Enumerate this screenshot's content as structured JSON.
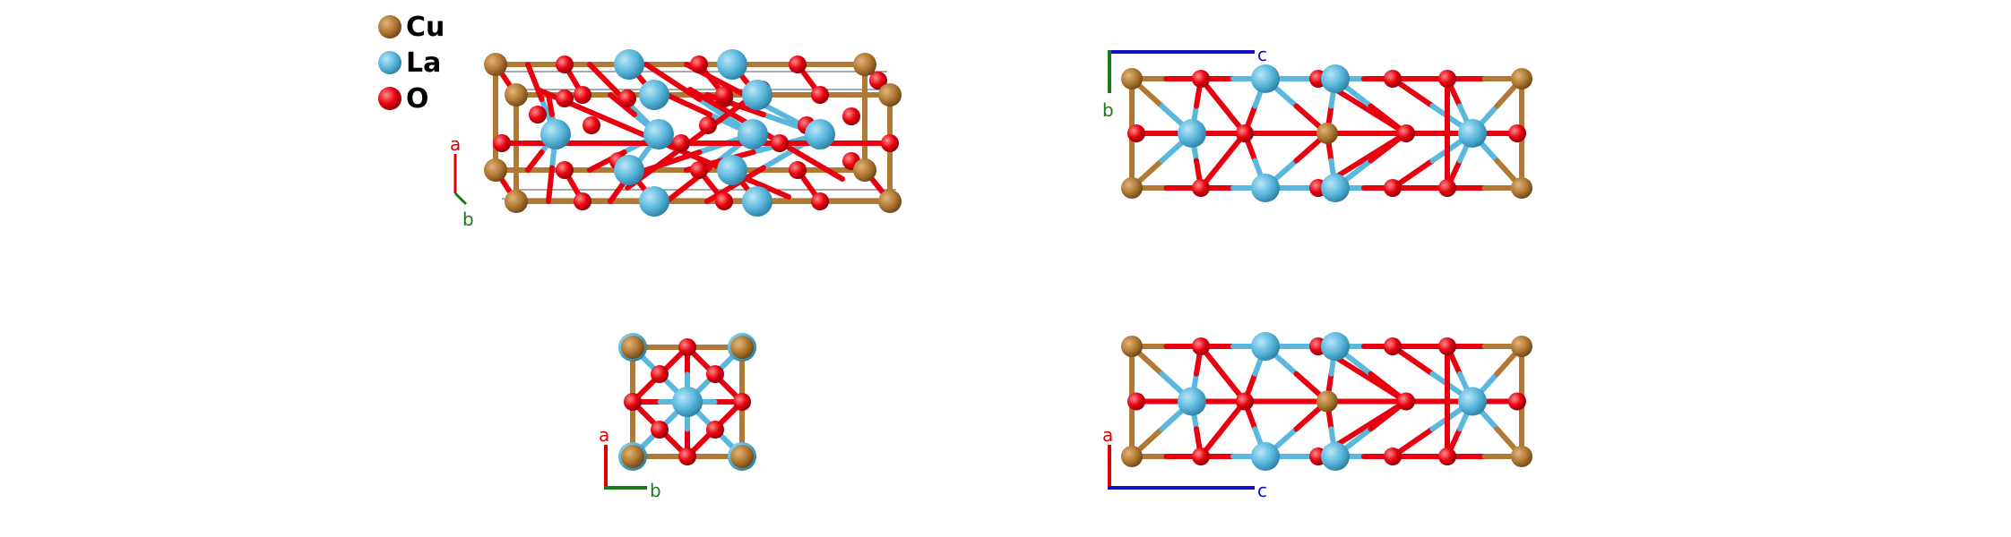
{
  "legend": {
    "items": [
      {
        "label": "Cu",
        "color": "#b07a34"
      },
      {
        "label": "La",
        "color": "#5bb8dd"
      },
      {
        "label": "O",
        "color": "#e8000e"
      }
    ]
  },
  "colors": {
    "Cu": "#b07a34",
    "La": "#5bb8dd",
    "O": "#e8000e",
    "axis_a": "#e00000",
    "axis_b": "#1a7a1a",
    "axis_c": "#1010c0"
  },
  "panels": {
    "perspective": {
      "axis_labels": [
        "a",
        "b"
      ]
    },
    "bc_view": {
      "axis_labels": [
        "c",
        "b"
      ]
    },
    "ab_view": {
      "axis_labels": [
        "a",
        "b"
      ]
    },
    "ac_view": {
      "axis_labels": [
        "a",
        "c"
      ]
    }
  }
}
